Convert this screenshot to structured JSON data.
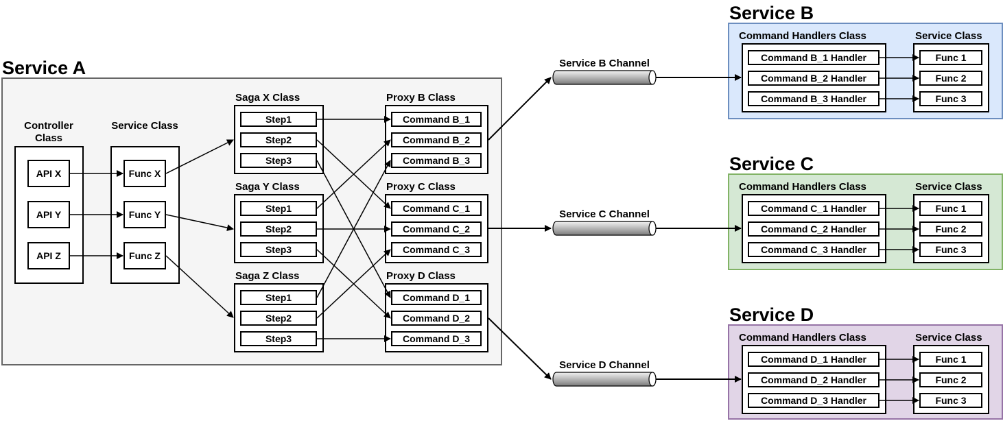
{
  "service_a": {
    "title": "Service A",
    "controller": {
      "label": "Controller Class",
      "items": [
        "API X",
        "API Y",
        "API Z"
      ]
    },
    "service_class": {
      "label": "Service Class",
      "items": [
        "Func X",
        "Func Y",
        "Func Z"
      ]
    },
    "sagas": [
      {
        "label": "Saga X Class",
        "steps": [
          "Step1",
          "Step2",
          "Step3"
        ]
      },
      {
        "label": "Saga Y Class",
        "steps": [
          "Step1",
          "Step2",
          "Step3"
        ]
      },
      {
        "label": "Saga Z Class",
        "steps": [
          "Step1",
          "Step2",
          "Step3"
        ]
      }
    ],
    "proxies": [
      {
        "label": "Proxy B Class",
        "commands": [
          "Command B_1",
          "Command B_2",
          "Command B_3"
        ]
      },
      {
        "label": "Proxy C Class",
        "commands": [
          "Command C_1",
          "Command C_2",
          "Command C_3"
        ]
      },
      {
        "label": "Proxy D Class",
        "commands": [
          "Command D_1",
          "Command D_2",
          "Command D_3"
        ]
      }
    ]
  },
  "channels": [
    "Service B Channel",
    "Service C Channel",
    "Service D Channel"
  ],
  "services": [
    {
      "title": "Service B",
      "handlers_label": "Command Handlers Class",
      "service_label": "Service Class",
      "handlers": [
        "Command B_1 Handler",
        "Command B_2 Handler",
        "Command B_3 Handler"
      ],
      "funcs": [
        "Func 1",
        "Func 2",
        "Func 3"
      ]
    },
    {
      "title": "Service C",
      "handlers_label": "Command Handlers Class",
      "service_label": "Service Class",
      "handlers": [
        "Command C_1 Handler",
        "Command C_2 Handler",
        "Command C_3 Handler"
      ],
      "funcs": [
        "Func 1",
        "Func 2",
        "Func 3"
      ]
    },
    {
      "title": "Service D",
      "handlers_label": "Command Handlers Class",
      "service_label": "Service Class",
      "handlers": [
        "Command D_1 Handler",
        "Command D_2 Handler",
        "Command D_3 Handler"
      ],
      "funcs": [
        "Func 1",
        "Func 2",
        "Func 3"
      ]
    }
  ],
  "colors": {
    "service_a_fill": "#f5f5f5",
    "service_a_stroke": "#666666",
    "service_b_fill": "#dae8fc",
    "service_b_stroke": "#6c8ebf",
    "service_c_fill": "#d5e8d4",
    "service_c_stroke": "#82b366",
    "service_d_fill": "#e1d5e7",
    "service_d_stroke": "#9673a6"
  }
}
